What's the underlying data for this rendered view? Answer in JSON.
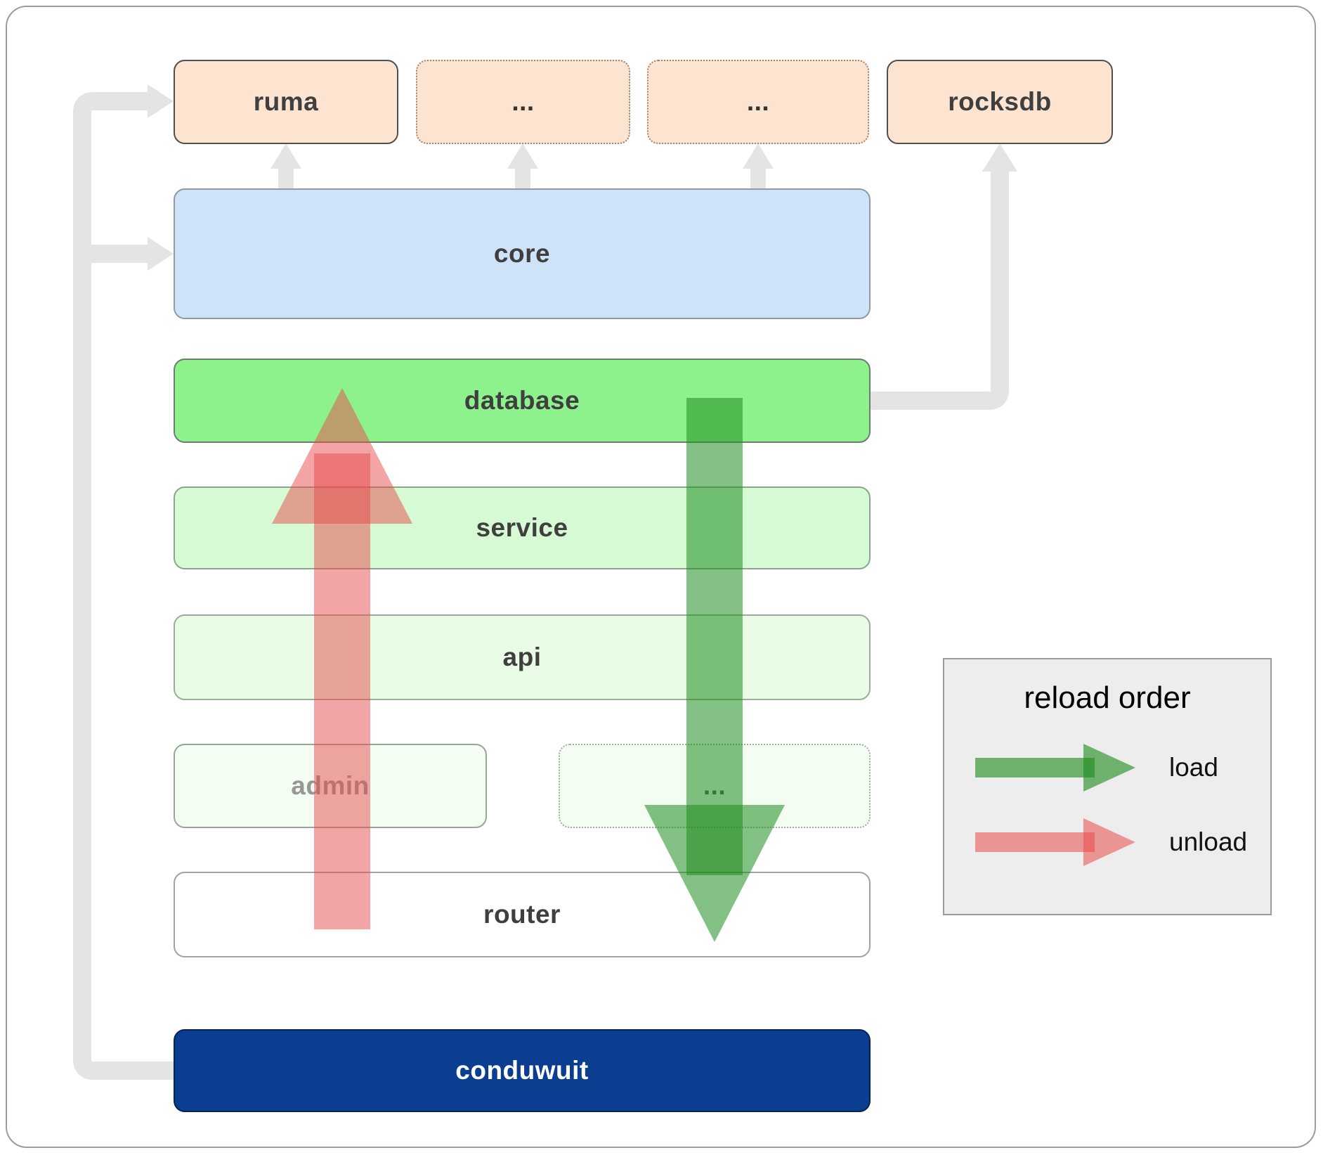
{
  "boxes": {
    "ruma": "ruma",
    "ellipsis_top_1": "...",
    "ellipsis_top_2": "...",
    "rocksdb": "rocksdb",
    "core": "core",
    "database": "database",
    "service": "service",
    "api": "api",
    "admin": "admin",
    "ellipsis_mid": "...",
    "router": "router",
    "conduwuit": "conduwuit"
  },
  "legend": {
    "title": "reload order",
    "items": [
      {
        "label": "load"
      },
      {
        "label": "unload"
      }
    ]
  },
  "colors": {
    "peach": "#fce4d1",
    "core_blue": "#cfe3f8",
    "database_green": "#8ef28c",
    "service_green": "#d6fad4",
    "api_green": "#e8fce6",
    "admin_green": "#f3fdf2",
    "conduwuit_navy": "#0b3d91",
    "load_arrow_green": "#1e8c1e",
    "unload_arrow_red": "#e84a4a",
    "dependency_arrow_gray": "#e4e4e4"
  }
}
